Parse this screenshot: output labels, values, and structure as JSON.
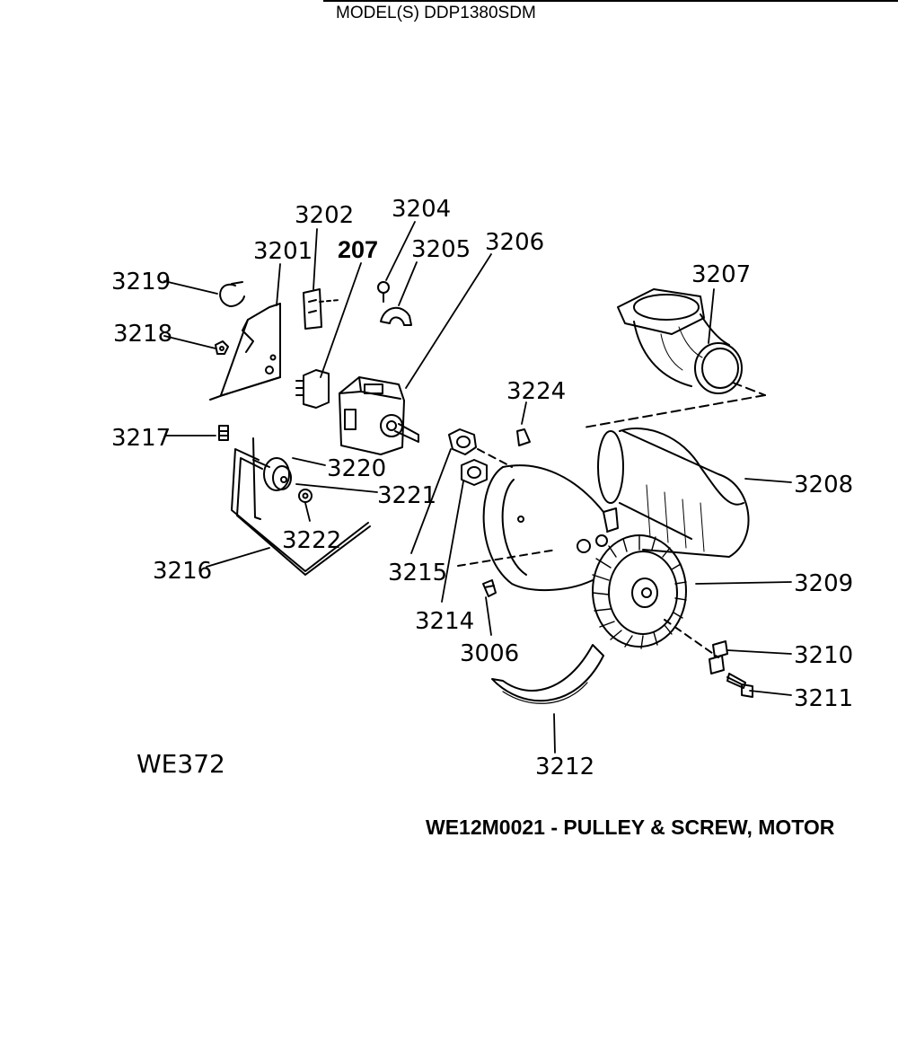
{
  "header": {
    "model": "MODEL(S) DDP1380SDM"
  },
  "callouts": {
    "c3201": "3201",
    "c3202": "3202",
    "c207": "207",
    "c3204": "3204",
    "c3205": "3205",
    "c3206": "3206",
    "c3207": "3207",
    "c3208": "3208",
    "c3209": "3209",
    "c3210": "3210",
    "c3211": "3211",
    "c3212": "3212",
    "c3006": "3006",
    "c3214": "3214",
    "c3215": "3215",
    "c3216": "3216",
    "c3217": "3217",
    "c3218": "3218",
    "c3219": "3219",
    "c3220": "3220",
    "c3221": "3221",
    "c3222": "3222",
    "c3224": "3224"
  },
  "footer": {
    "diagram_id": "WE372",
    "part_note": "WE12M0021 - PULLEY & SCREW, MOTOR"
  }
}
